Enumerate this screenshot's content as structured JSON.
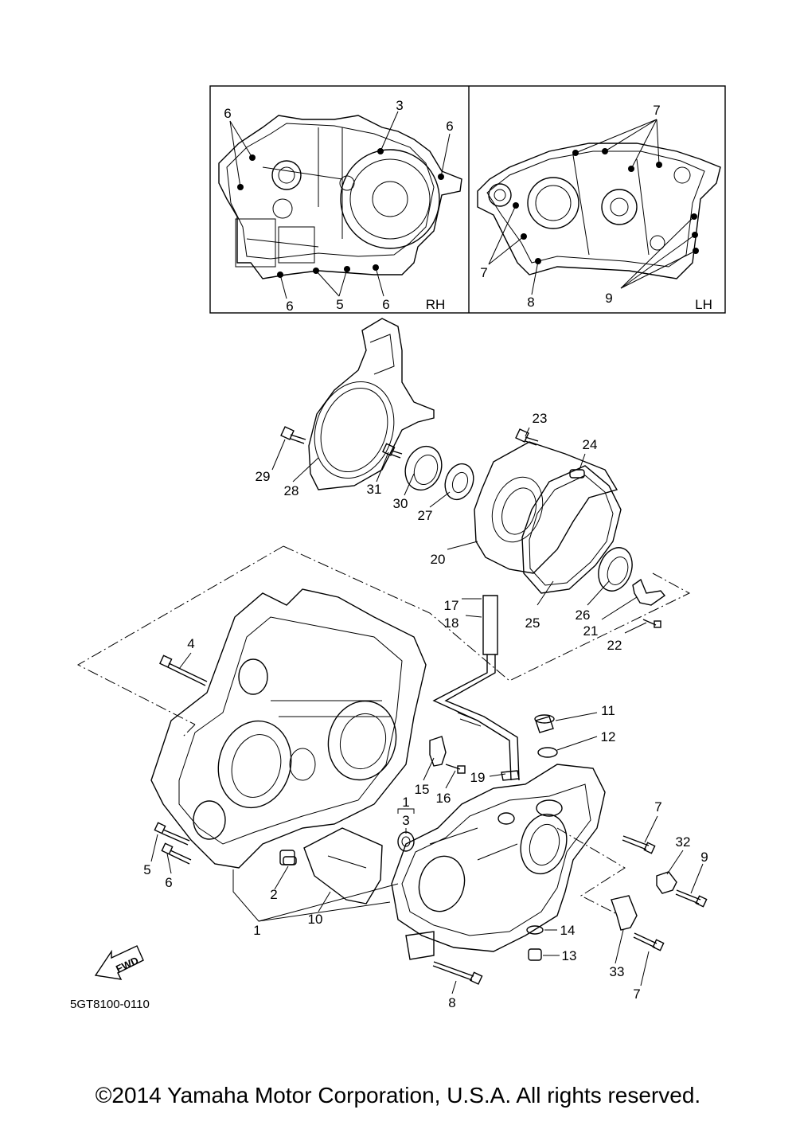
{
  "diagram": {
    "drawing_code": "5GT8100-0110",
    "inset_rh_tag": "RH",
    "inset_lh_tag": "LH",
    "fwd_label": "FWD",
    "callouts": {
      "rh_6a": "6",
      "rh_3": "3",
      "rh_6b": "6",
      "rh_6c": "6",
      "rh_5": "5",
      "rh_6d": "6",
      "lh_7a": "7",
      "lh_7b": "7",
      "lh_8": "8",
      "lh_9": "9",
      "c29": "29",
      "c28": "28",
      "c31": "31",
      "c30": "30",
      "c27": "27",
      "c23": "23",
      "c24": "24",
      "c20": "20",
      "c25": "25",
      "c26": "26",
      "c21": "21",
      "c22": "22",
      "c17": "17",
      "c18": "18",
      "c4": "4",
      "c11": "11",
      "c12": "12",
      "c19": "19",
      "c15": "15",
      "c16": "16",
      "c1a": "1",
      "c3": "3",
      "c7a": "7",
      "c32": "32",
      "c9": "9",
      "c5": "5",
      "c6": "6",
      "c2": "2",
      "c10": "10",
      "c1b": "1",
      "c14": "14",
      "c13": "13",
      "c33": "33",
      "c7b": "7",
      "c8": "8"
    }
  },
  "footer": {
    "copyright": "©2014 Yamaha Motor Corporation, U.S.A. All rights reserved."
  }
}
